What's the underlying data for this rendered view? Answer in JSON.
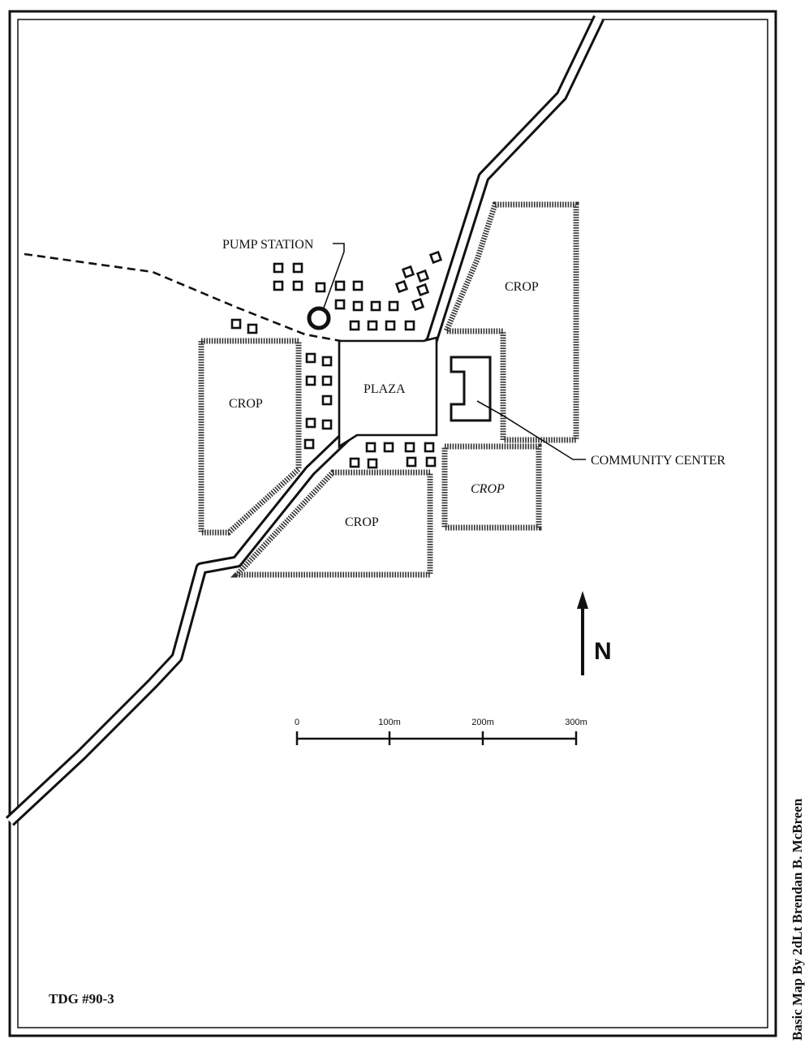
{
  "map": {
    "labels": {
      "pump_station": "PUMP STATION",
      "plaza": "PLAZA",
      "crop_west": "CROP",
      "crop_northeast": "CROP",
      "crop_south": "CROP",
      "crop_southeast": "CROP",
      "community_center": "COMMUNITY CENTER",
      "north": "N",
      "tdg": "TDG #90-3",
      "credit": "Basic Map By 2dLt Brendan B. McBreen"
    },
    "scale_bar": {
      "ticks": [
        "0",
        "100m",
        "200m",
        "300m"
      ]
    },
    "colors": {
      "ink": "#111111",
      "paper": "#ffffff"
    }
  }
}
